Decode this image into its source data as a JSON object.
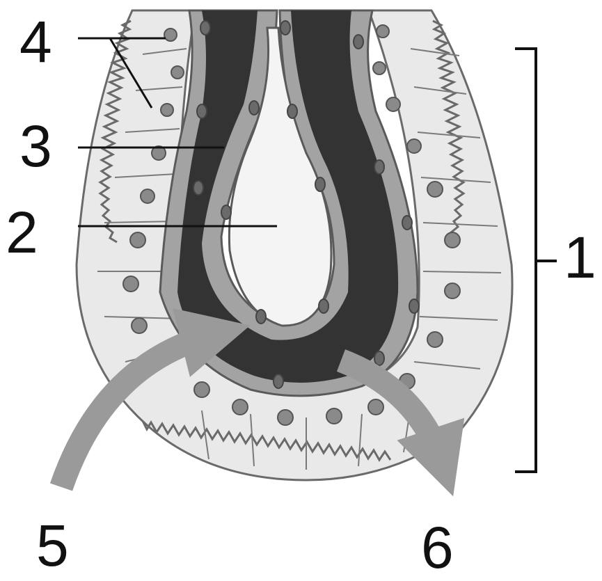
{
  "labels": {
    "l1": "1",
    "l2": "2",
    "l3": "3",
    "l4": "4",
    "l5": "5",
    "l6": "6"
  },
  "colors": {
    "epithelium": "#e9e9e9",
    "epithelium_outline": "#6a6a6a",
    "nucleus": "#8a8a8a",
    "blood": "#333333",
    "wall": "#a3a3a3",
    "lumen": "#f4f4f4",
    "arrow": "#9a9a9a",
    "line": "#111111"
  }
}
